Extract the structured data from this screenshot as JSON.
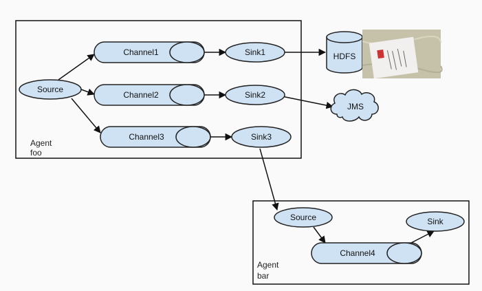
{
  "colors": {
    "node_fill": "#cfe2f3",
    "node_stroke": "#222222",
    "box_stroke": "#111111",
    "arrow": "#111111",
    "photo_bg": "#c6c2aa",
    "photo_card": "#f1f0ee",
    "photo_accent": "#cc3333"
  },
  "agent_foo": {
    "label_line1": "Agent",
    "label_line2": "foo",
    "source": "Source",
    "channels": [
      "Channel1",
      "Channel2",
      "Channel3"
    ],
    "sinks": [
      "Sink1",
      "Sink2",
      "Sink3"
    ]
  },
  "agent_bar": {
    "label_line1": "Agent",
    "label_line2": "bar",
    "source": "Source",
    "channel": "Channel4",
    "sink": "Sink"
  },
  "external": {
    "hdfs": "HDFS",
    "jms": "JMS"
  },
  "icons": {
    "hdfs": "database-cylinder-icon",
    "jms": "cloud-icon"
  }
}
